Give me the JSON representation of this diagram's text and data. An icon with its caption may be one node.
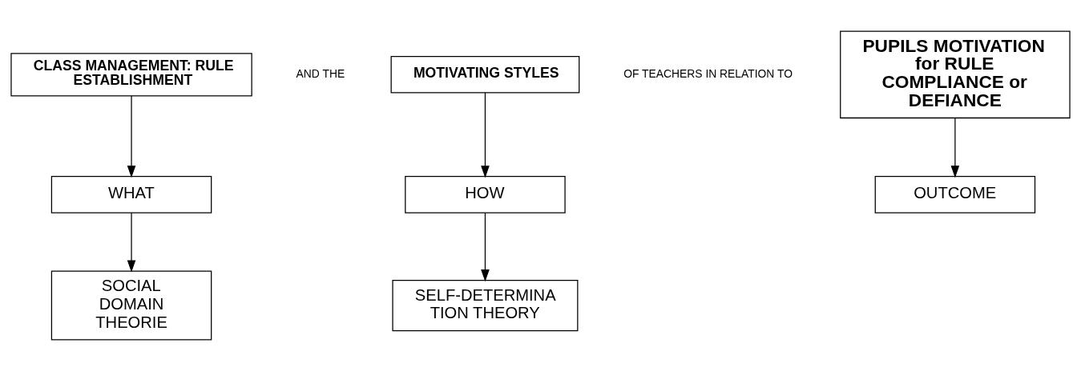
{
  "diagram": {
    "nodes": [
      {
        "text": [
          "CLASS MANAGEMENT: RULE ESTABLISHMENT"
        ]
      },
      {
        "text": [
          "MOTIVATING STYLES"
        ]
      },
      {
        "text": [
          "PUPILS MOTIVATION for RULE COMPLIANCE or DEFIANCE"
        ]
      },
      {
        "text": [
          "WHAT"
        ]
      },
      {
        "text": [
          "HOW"
        ]
      },
      {
        "text": [
          "SOCIAL DOMAIN THEORIE"
        ]
      },
      {
        "text": [
          "SELF-DETERMINATION THEORY"
        ]
      },
      {
        "text": [
          "OUTCOME"
        ]
      }
    ],
    "edges": [
      {
        "from": 0,
        "to": 3,
        "arrow": "to"
      },
      {
        "from": 3,
        "to": 5,
        "arrow": "to"
      },
      {
        "from": 1,
        "to": 4,
        "arrow": "to"
      },
      {
        "from": 4,
        "to": 6,
        "arrow": "to"
      },
      {
        "from": 2,
        "to": 7,
        "arrow": "to"
      }
    ],
    "labels": [
      "AND THE",
      "OF TEACHERS IN RELATION TO"
    ]
  }
}
